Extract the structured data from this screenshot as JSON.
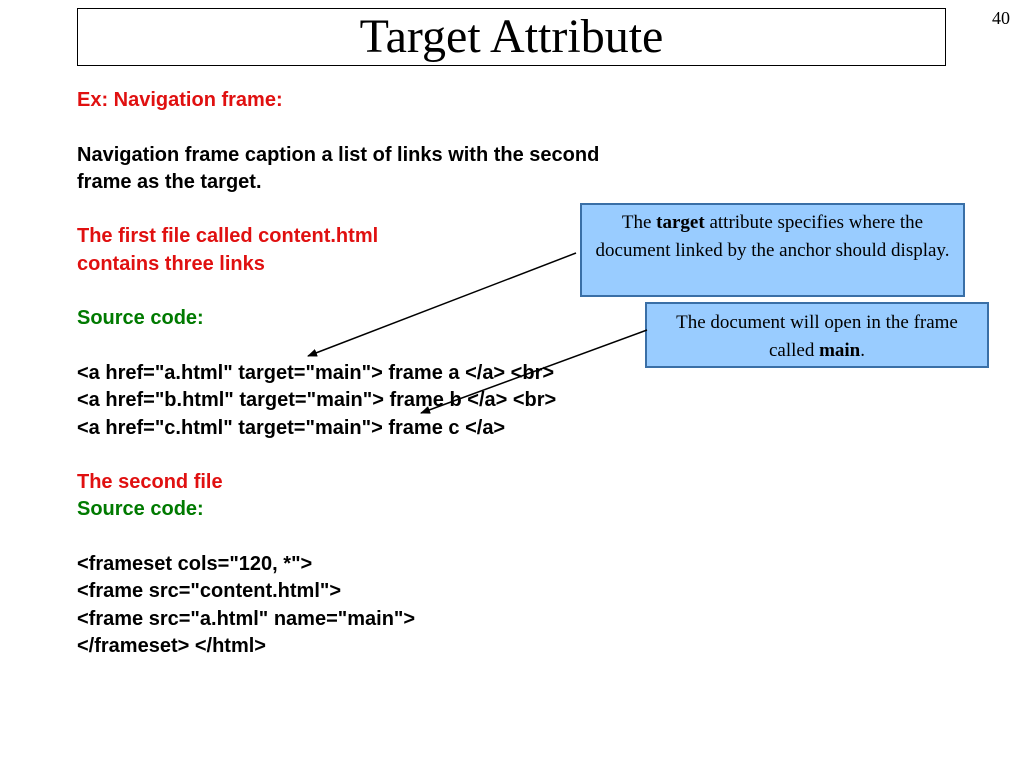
{
  "slide": {
    "page_number": "40",
    "title": "Target Attribute"
  },
  "body": {
    "lines": [
      {
        "text": "Ex: Navigation frame:",
        "color": "red"
      },
      {
        "text": "",
        "color": "black"
      },
      {
        "text": "Navigation frame caption a list of links with the second",
        "color": "black"
      },
      {
        "text": "frame as the target.",
        "color": "black"
      },
      {
        "text": "",
        "color": "black"
      },
      {
        "text": "The first file called content.html",
        "color": "red"
      },
      {
        "text": "contains three links",
        "color": "red"
      },
      {
        "text": "",
        "color": "black"
      },
      {
        "text": "Source code:",
        "color": "green"
      },
      {
        "text": "",
        "color": "black"
      },
      {
        "text": "<a href=\"a.html\" target=\"main\"> frame a </a> <br>",
        "color": "black"
      },
      {
        "text": "<a href=\"b.html\" target=\"main\"> frame b </a> <br>",
        "color": "black"
      },
      {
        "text": "<a href=\"c.html\" target=\"main\"> frame c </a>",
        "color": "black"
      },
      {
        "text": "",
        "color": "black"
      },
      {
        "text": "The second file",
        "color": "red"
      },
      {
        "text": "Source code:",
        "color": "green"
      },
      {
        "text": "",
        "color": "black"
      },
      {
        "text": "<frameset cols=\"120, *\">",
        "color": "black"
      },
      {
        "text": "<frame src=\"content.html\">",
        "color": "black"
      },
      {
        "text": "<frame src=\"a.html\" name=\"main\">",
        "color": "black"
      },
      {
        "text": "</frameset> </html>",
        "color": "black"
      }
    ]
  },
  "callouts": {
    "target": {
      "part1": "The ",
      "bold": "target",
      "part2": " attribute specifies where the document linked by the anchor should display."
    },
    "main": {
      "part1": "The document will open in the frame called ",
      "bold": "main",
      "part2": "."
    }
  },
  "colors": {
    "red": "#e01010",
    "green": "#007a00",
    "black": "#000000",
    "callout_fill": "#99ccff"
  }
}
